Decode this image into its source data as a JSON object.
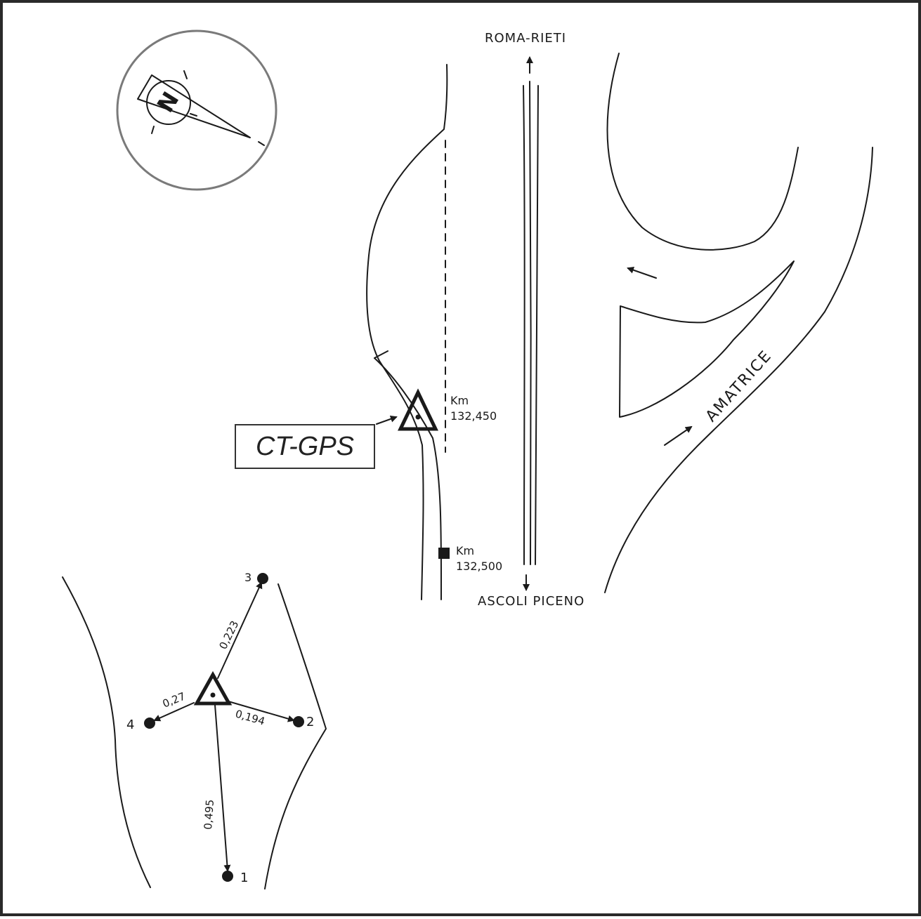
{
  "map": {
    "station_label": "CT-GPS",
    "direction_north": "ROMA-RIETI",
    "direction_south": "ASCOLI PICENO",
    "direction_east": "AMATRICE",
    "compass_letter": "N",
    "km_upper": {
      "line1": "Km",
      "line2": "132,450"
    },
    "km_lower": {
      "line1": "Km",
      "line2": "132,500"
    }
  },
  "detail": {
    "points": [
      {
        "id": "1",
        "distance": "0,495"
      },
      {
        "id": "2",
        "distance": "0,194"
      },
      {
        "id": "3",
        "distance": "0,223"
      },
      {
        "id": "4",
        "distance": "0,27"
      }
    ]
  },
  "colors": {
    "ink": "#1a1a1a",
    "compass_ring": "#7a7a7a",
    "frame": "#2a2a2a"
  }
}
